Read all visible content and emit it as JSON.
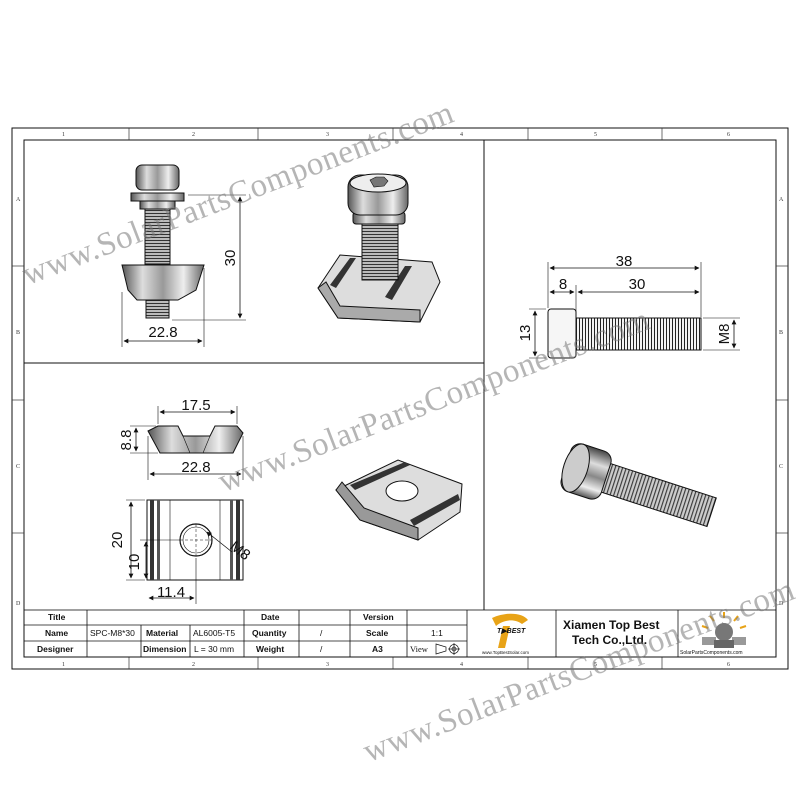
{
  "grid": {
    "columns": [
      "1",
      "2",
      "3",
      "4",
      "5",
      "6"
    ],
    "rows": [
      "A",
      "B",
      "C",
      "D"
    ]
  },
  "dimensions": {
    "top_left_height": "30",
    "top_left_width": "22.8",
    "right_total": "38",
    "right_head": "8",
    "right_shank": "30",
    "right_head_dia": "13",
    "right_thread": "M8",
    "mid_top_width": "17.5",
    "mid_height": "8.8",
    "mid_bottom_width": "22.8",
    "bottom_height": "20",
    "bottom_center": "10",
    "bottom_hole": "M8",
    "bottom_width": "11.4"
  },
  "title_block": {
    "title_label": "Title",
    "date_label": "Date",
    "version_label": "Version",
    "name_label": "Name",
    "name_value": "SPC-M8*30",
    "material_label": "Material",
    "material_value": "AL6005-T5",
    "quantity_label": "Quantity",
    "quantity_value": "/",
    "scale_label": "Scale",
    "scale_value": "1:1",
    "designer_label": "Designer",
    "dimension_label": "Dimension",
    "dimension_value": "L = 30  mm",
    "weight_label": "Weight",
    "weight_value": "/",
    "size_value": "A3",
    "view_label": "View"
  },
  "company": {
    "line1": "Xiamen Top Best",
    "line2": "Tech Co.,Ltd.",
    "logo_left_text": "T▶BEST",
    "logo_left_url": "www.TopBestSolar.com",
    "logo_right_url": "SolarPartsComponents.com"
  },
  "watermark": {
    "text": "www.SolarPartsComponents.com"
  },
  "colors": {
    "line": "#111111",
    "logo_orange": "#e8a317",
    "watermark": "#888888"
  }
}
